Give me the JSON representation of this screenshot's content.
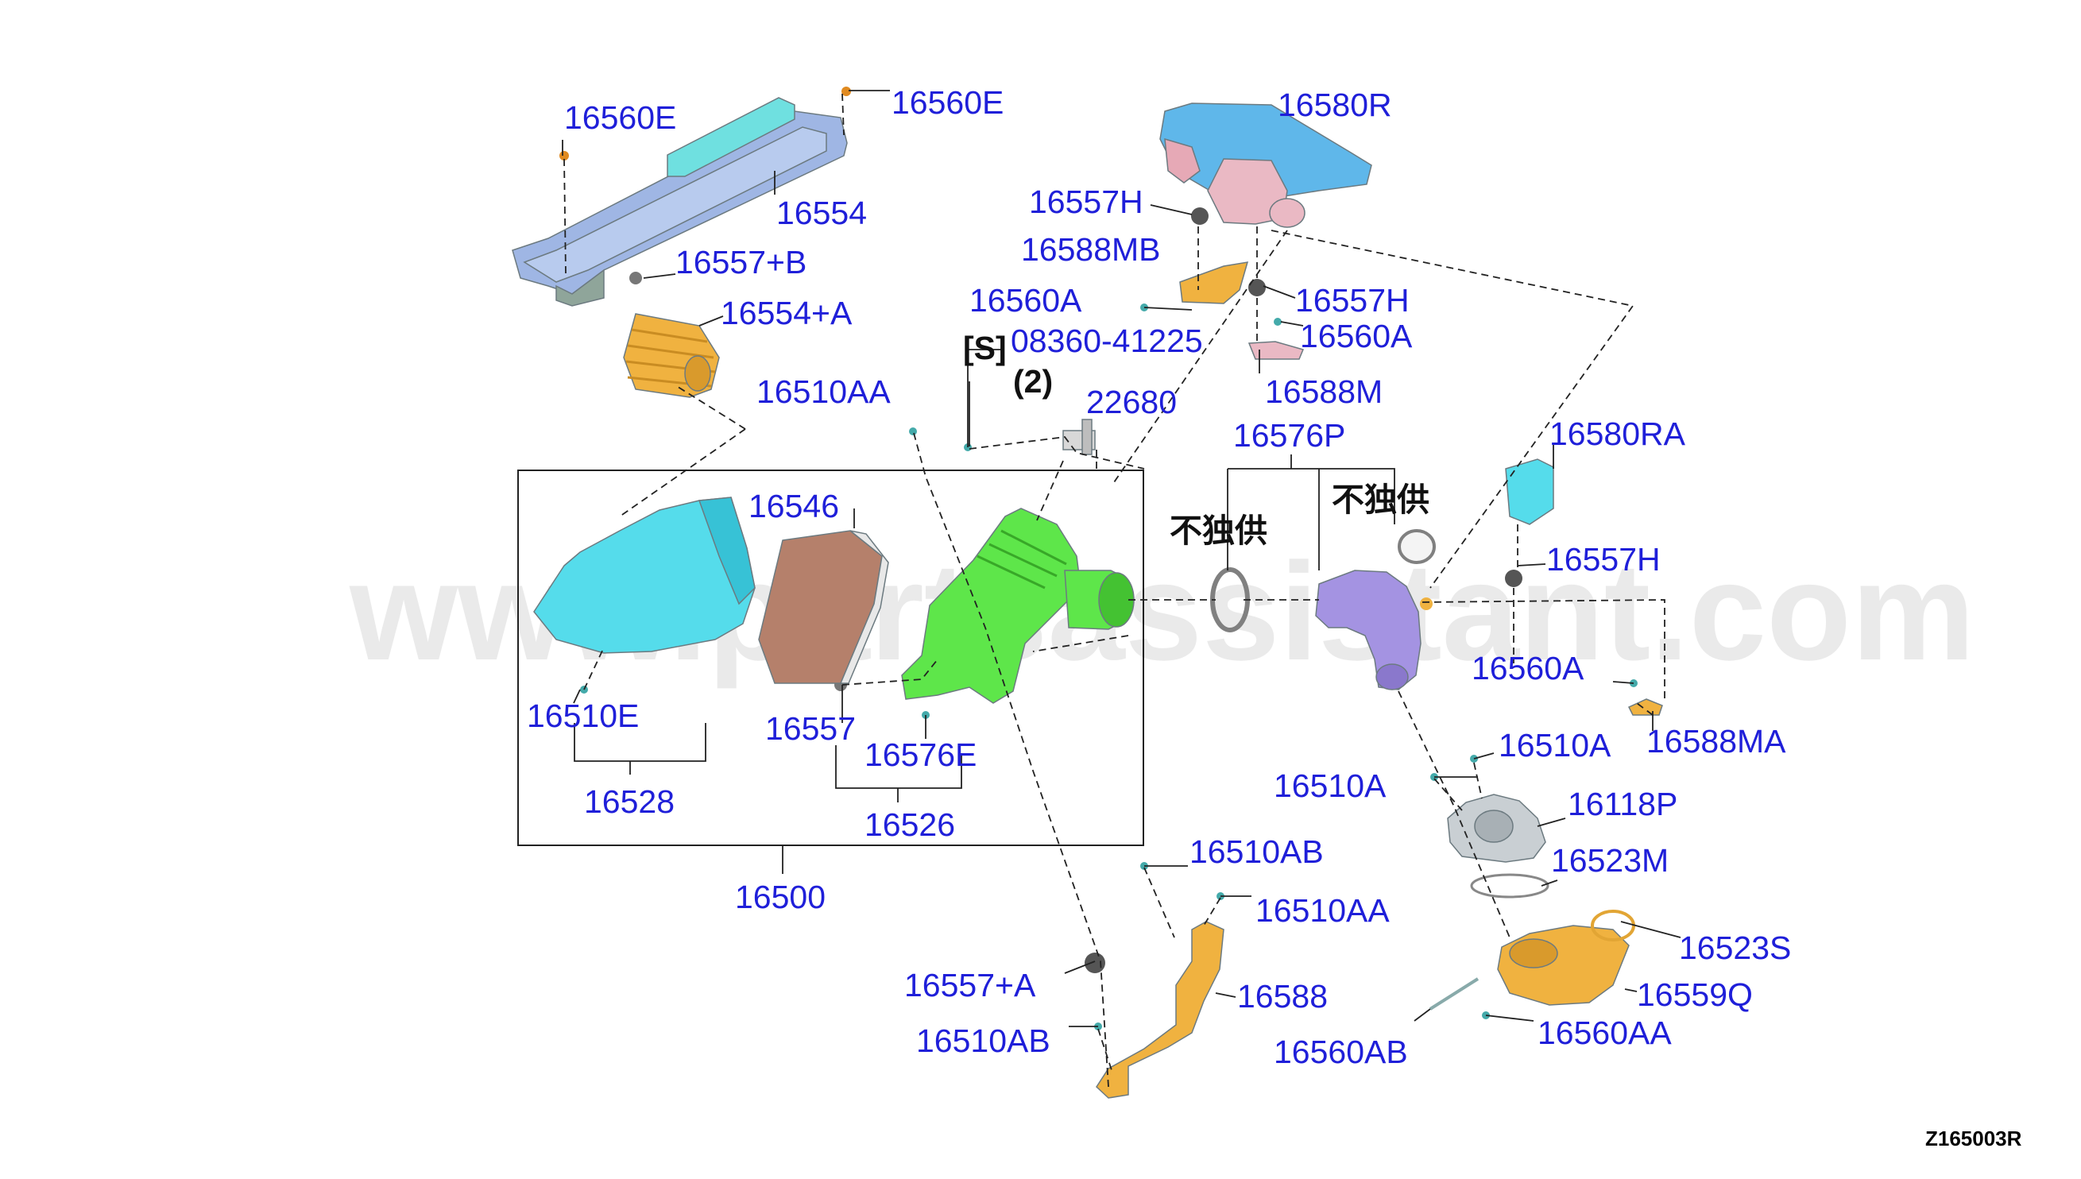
{
  "watermark": "www.partsassistant.com",
  "diagram_code": "Z165003R",
  "colors": {
    "label_blue": "#1f1fd9",
    "duct_blue": "#9fb6e4",
    "cyan_part": "#55dceb",
    "green_part": "#5ee64a",
    "orange_part": "#f0b240",
    "purple_part": "#a493e2",
    "pink_part": "#eab9c4",
    "filter_brown": "#b5806b",
    "grey_part": "#c9cfd3"
  },
  "labels": {
    "l_16560E_a": "16560E",
    "l_16560E_b": "16560E",
    "l_16554": "16554",
    "l_16557B": "16557+B",
    "l_16554A": "16554+A",
    "l_16580R": "16580R",
    "l_16557H_a": "16557H",
    "l_16588MB": "16588MB",
    "l_16560A_a": "16560A",
    "l_16557H_b": "16557H",
    "l_16560A_b": "16560A",
    "l_S": "[S]",
    "l_08360": "08360-41225",
    "l_qty2": "(2)",
    "l_16588M": "16588M",
    "l_16510AA_a": "16510AA",
    "l_22680": "22680",
    "l_16576P": "16576P",
    "l_16580RA": "16580RA",
    "l_notsold_a": "不独供",
    "l_notsold_b": "不独供",
    "l_16546": "16546",
    "l_16557H_c": "16557H",
    "l_16510E": "16510E",
    "l_16557": "16557",
    "l_16576E": "16576E",
    "l_16560A_c": "16560A",
    "l_16588MA": "16588MA",
    "l_16528": "16528",
    "l_16526": "16526",
    "l_16510A_a": "16510A",
    "l_16510A_b": "16510A",
    "l_16118P": "16118P",
    "l_16523M": "16523M",
    "l_16500": "16500",
    "l_16510AB_a": "16510AB",
    "l_16510AA_b": "16510AA",
    "l_16523S": "16523S",
    "l_16557A": "16557+A",
    "l_16588": "16588",
    "l_16559Q": "16559Q",
    "l_16510AB_b": "16510AB",
    "l_16560AB": "16560AB",
    "l_16560AA": "16560AA"
  }
}
